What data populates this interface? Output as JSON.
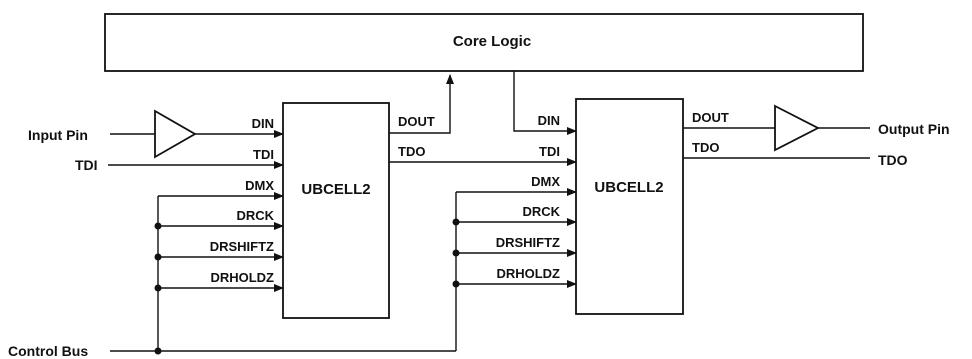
{
  "core_logic": {
    "label": "Core Logic"
  },
  "cell_left": {
    "title": "UBCELL2",
    "inputs": {
      "din": "DIN",
      "tdi": "TDI",
      "dmx": "DMX",
      "drck": "DRCK",
      "drshiftz": "DRSHIFTZ",
      "drholdz": "DRHOLDZ"
    },
    "outputs": {
      "dout": "DOUT",
      "tdo": "TDO"
    }
  },
  "cell_right": {
    "title": "UBCELL2",
    "inputs": {
      "din": "DIN",
      "tdi": "TDI",
      "dmx": "DMX",
      "drck": "DRCK",
      "drshiftz": "DRSHIFTZ",
      "drholdz": "DRHOLDZ"
    },
    "outputs": {
      "dout": "DOUT",
      "tdo": "TDO"
    }
  },
  "external": {
    "input_pin": "Input Pin",
    "tdi": "TDI",
    "control_bus": "Control Bus",
    "output_pin": "Output Pin",
    "tdo": "TDO"
  }
}
